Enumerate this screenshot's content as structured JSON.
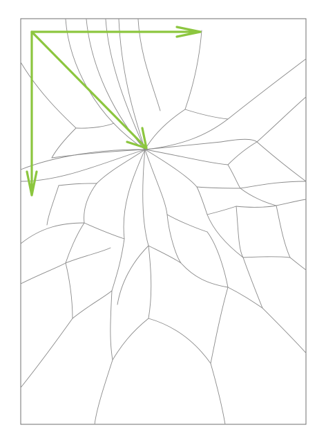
{
  "diagram": {
    "kind": "crack-pattern-sketch",
    "background_color": "#ffffff",
    "line_color": "#8a8a8a",
    "frame_color": "#6f6f6f",
    "arrow_color": "#8cc63f",
    "arrows": [
      {
        "name": "arrow-right",
        "direction": "right"
      },
      {
        "name": "arrow-down",
        "direction": "down"
      },
      {
        "name": "arrow-diagonal",
        "direction": "down-right"
      }
    ]
  }
}
